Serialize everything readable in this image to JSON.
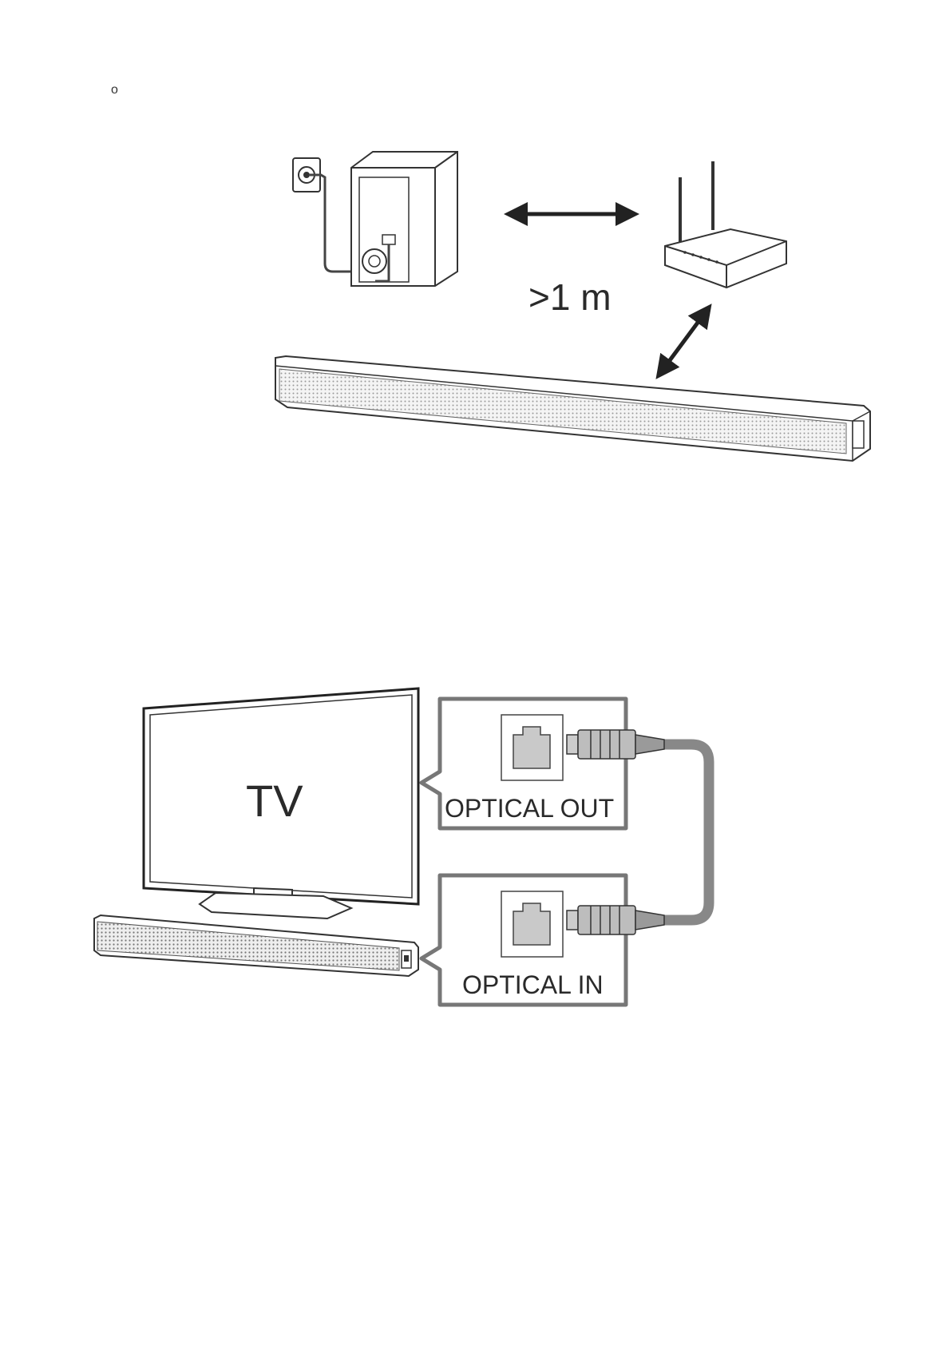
{
  "header": {
    "mark": "o"
  },
  "figure1": {
    "distance_label": ">1 m"
  },
  "figure2": {
    "tv_label": "TV",
    "optical_out_label": "OPTICAL OUT",
    "optical_in_label": "OPTICAL IN"
  }
}
